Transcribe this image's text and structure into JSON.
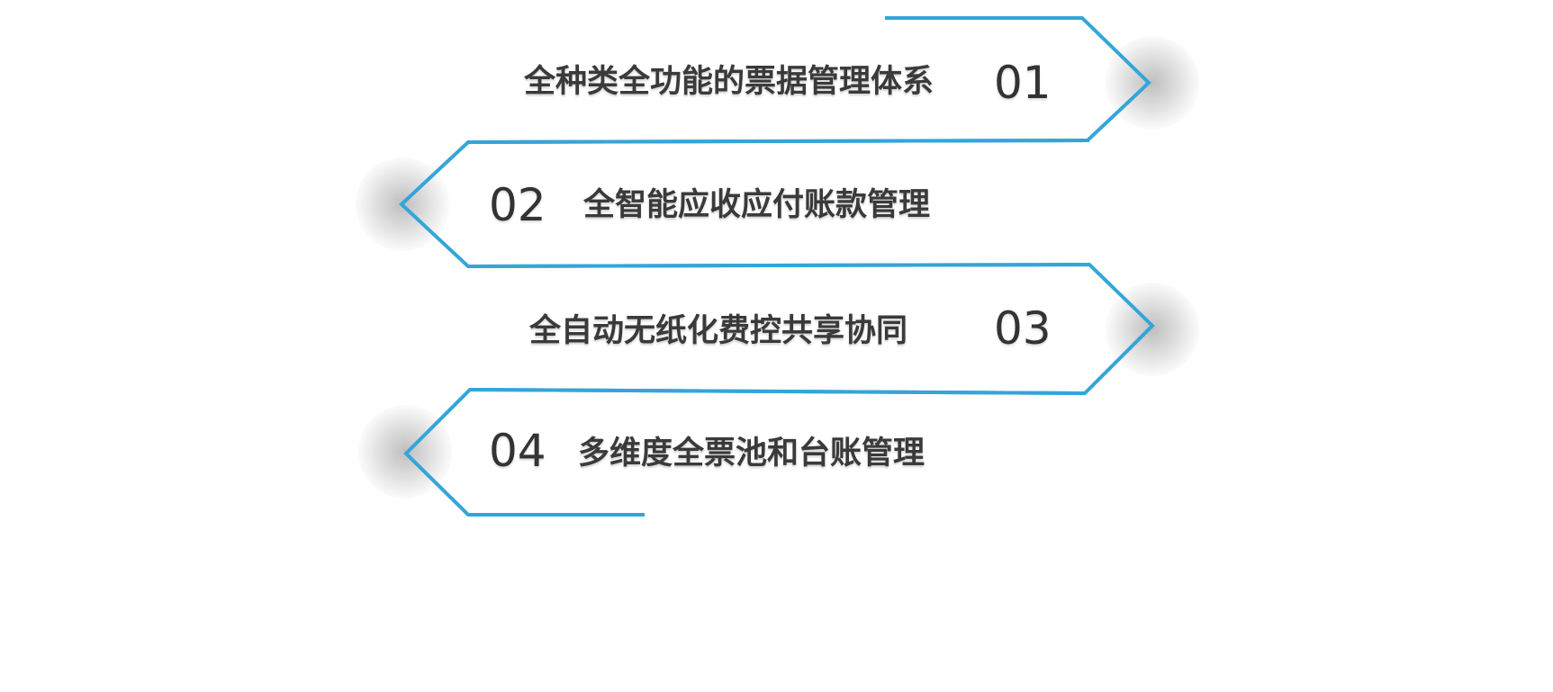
{
  "colors": {
    "outline": "#34a5d9",
    "label_text": "#3a3a3a",
    "number_text": "#333333",
    "shadow": "#c8c8c8"
  },
  "steps": [
    {
      "number": "01",
      "label": "全种类全功能的票据管理体系",
      "direction": "right"
    },
    {
      "number": "02",
      "label": "全智能应收应付账款管理",
      "direction": "left"
    },
    {
      "number": "03",
      "label": "全自动无纸化费控共享协同",
      "direction": "right"
    },
    {
      "number": "04",
      "label": "多维度全票池和台账管理",
      "direction": "left"
    }
  ]
}
